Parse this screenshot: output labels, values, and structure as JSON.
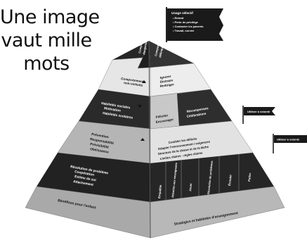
{
  "headline": {
    "line1": "Une image",
    "line2": "vaut mille",
    "line3": "mots"
  },
  "flags": {
    "top": {
      "title": "Usage sélectif",
      "items": [
        "• Retrait",
        "• Perte de privilège",
        "• Contacter les parents",
        "• Travail, corvée"
      ]
    },
    "middle": {
      "label": "Utiliser à volonté"
    },
    "lower": {
      "label": "Utiliser à volonté"
    }
  },
  "pyramid": {
    "apex": {
      "left": [
        "Comportements",
        "dangereux"
      ],
      "right": [
        "Comportements",
        "délinquants"
      ]
    },
    "level2": {
      "left": [
        "Comportements",
        "non-violents"
      ],
      "right": [
        "Ignorer",
        "Distraire",
        "Rediriger"
      ]
    },
    "level3": {
      "left": [
        "Habiletés sociales",
        "Motivation",
        "Habiletés scolaires"
      ],
      "mid": [
        "Féliciter",
        "Encourager"
      ],
      "right": [
        "Récompenses",
        "Célébrations"
      ]
    },
    "level4": {
      "left": [
        "Prévention",
        "Responsabilité",
        "Prévisibilité",
        "Obéissance"
      ],
      "right": [
        "Combler les déficits",
        "Adapter l'environnement / exigences",
        "Structure de la classe et de la tâche",
        "Limites claires - règles claires"
      ]
    },
    "level5": {
      "left": [
        "Résolution de problème",
        "Coopération",
        "Estime de soi",
        "Attachement"
      ],
      "columns": [
        "Empathie",
        "Attention aux enseignants",
        "Jouer",
        "Résolution de problèmes",
        "Écouter",
        "Parler"
      ]
    },
    "base": {
      "left": "Bénéfices pour l'enfant",
      "right": "Stratégies et habiletés d'enseignement"
    }
  },
  "colors": {
    "flag_dark": "#1a1a1a",
    "band_dark": "#262626",
    "band_light": "#e6e6e6",
    "band_gray": "#b5b5b5",
    "side_dark": "#333333"
  }
}
